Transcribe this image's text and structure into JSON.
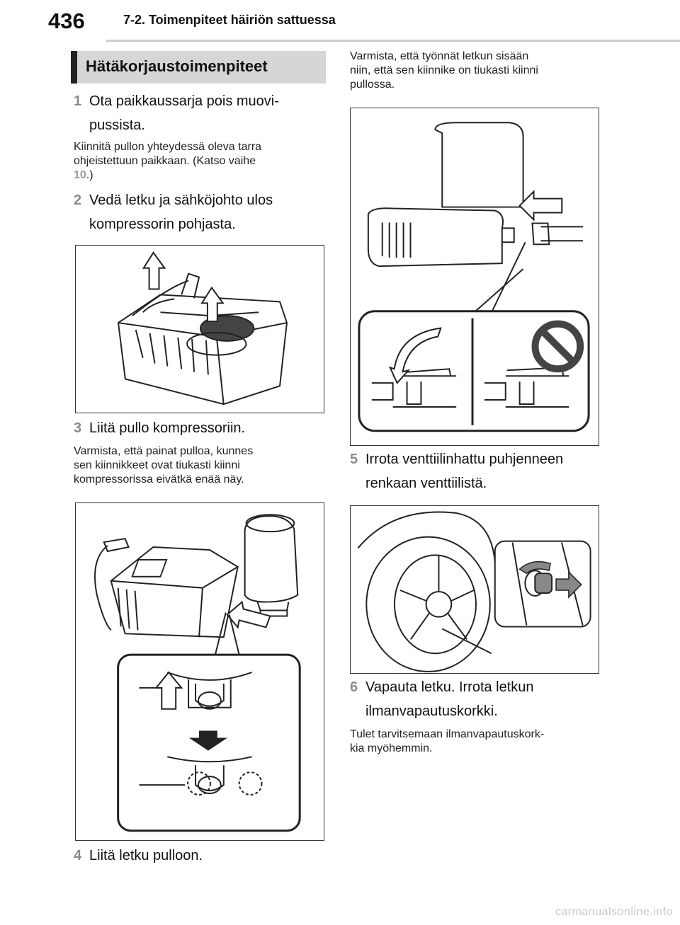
{
  "header": {
    "page_number": "436",
    "title": "7-2. Toimenpiteet häiriön sattuessa"
  },
  "section_title": "Hätäkorjaustoimenpiteet",
  "steps": [
    {
      "num": "1",
      "text": "Ota paikkaussarja pois muovi-pussista.",
      "line1": "Ota paikkaussarja pois muovi-",
      "line2": "pussista."
    },
    {
      "num": "2",
      "text": "Vedä letku ja sähköjohto ulos kompressorin pohjasta.",
      "line1": "Vedä letku ja sähköjohto ulos",
      "line2": "kompressorin pohjasta."
    },
    {
      "num": "3",
      "text": "Liitä pullo kompressoriin.",
      "line1": "Liitä pullo kompressoriin."
    },
    {
      "num": "4",
      "text": "Liitä letku pulloon.",
      "line1": "Liitä letku pulloon."
    },
    {
      "num": "5",
      "text": "Irrota venttiilinhattu puhjenneen renkaan venttiilistä.",
      "line1": "Irrota venttiilinhattu puhjenneen",
      "line2": "renkaan venttiilistä."
    },
    {
      "num": "6",
      "text": "Vapauta letku. Irrota letkun ilmanvapautuskorkki.",
      "line1": "Vapauta letku. Irrota letkun",
      "line2": "ilmanvapautuskorkki."
    }
  ],
  "notes": {
    "step1": {
      "line1": "Kiinnitä pullon yhteydessä oleva tarra",
      "line2": "ohjeistettuun paikkaan. (Katso vaihe",
      "ref": "10",
      "tail": ".)"
    },
    "step3": {
      "line1": "Varmista, että painat pulloa, kunnes",
      "line2": "sen kiinnikkeet ovat tiukasti kiinni",
      "line3": "kompressorissa eivätkä enää näy."
    },
    "step4": {
      "line1": "Varmista, että työnnät letkun sisään",
      "line2": "niin, että sen kiinnike on tiukasti kiinni",
      "line3": "pullossa."
    },
    "step6": {
      "line1": "Tulet tarvitsemaan ilmanvapautuskork-",
      "line2": "kia myöhemmin."
    }
  },
  "watermark": "carmanualsonline.info",
  "colors": {
    "step_number": "#8a8a8a",
    "section_bar": "#d6d6d6",
    "section_accent": "#222222",
    "header_rule": "#cccccc"
  },
  "icons": [
    "up-arrow-icon",
    "left-arrow-icon",
    "right-arrow-icon",
    "down-arrow-icon",
    "prohibited-icon",
    "curved-arrow-icon",
    "rotate-arrow-icon"
  ]
}
